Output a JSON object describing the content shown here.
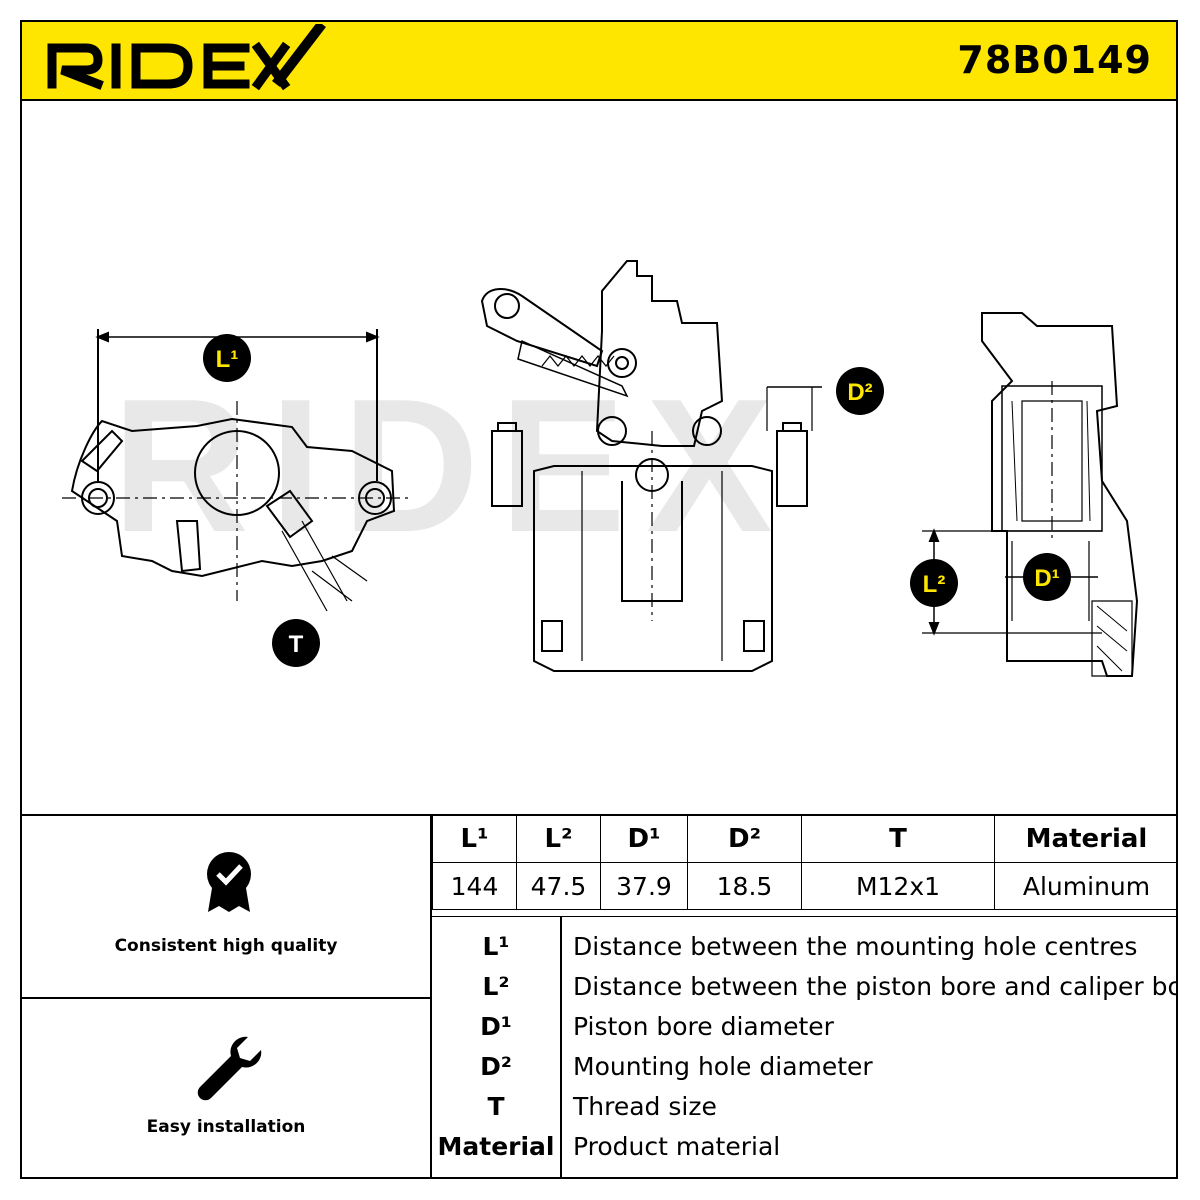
{
  "header": {
    "brand": "RIDEX",
    "part_number": "78B0149"
  },
  "drawing": {
    "labels": {
      "l1": "L¹",
      "l2": "L²",
      "d1": "D¹",
      "d2": "D²",
      "t": "T"
    },
    "watermark": "RIDEX"
  },
  "features": [
    {
      "icon": "quality-badge-icon",
      "label": "Consistent high quality"
    },
    {
      "icon": "wrench-icon",
      "label": "Easy installation"
    }
  ],
  "spec_table": {
    "headers": [
      "L¹",
      "L²",
      "D¹",
      "D²",
      "T",
      "Material"
    ],
    "values": [
      "144",
      "47.5",
      "37.9",
      "18.5",
      "M12x1",
      "Aluminum"
    ]
  },
  "legend": [
    {
      "key": "L¹",
      "desc": "Distance between the mounting hole centres"
    },
    {
      "key": "L²",
      "desc": "Distance between the piston bore and caliper body"
    },
    {
      "key": "D¹",
      "desc": "Piston bore diameter"
    },
    {
      "key": "D²",
      "desc": "Mounting hole diameter"
    },
    {
      "key": "T",
      "desc": "Thread size"
    },
    {
      "key": "Material",
      "desc": "Product material"
    }
  ],
  "colors": {
    "brand_yellow": "#ffe600",
    "label_bubble": "#000000",
    "label_text": "#ffe600",
    "watermark": "#e6e6e6"
  }
}
